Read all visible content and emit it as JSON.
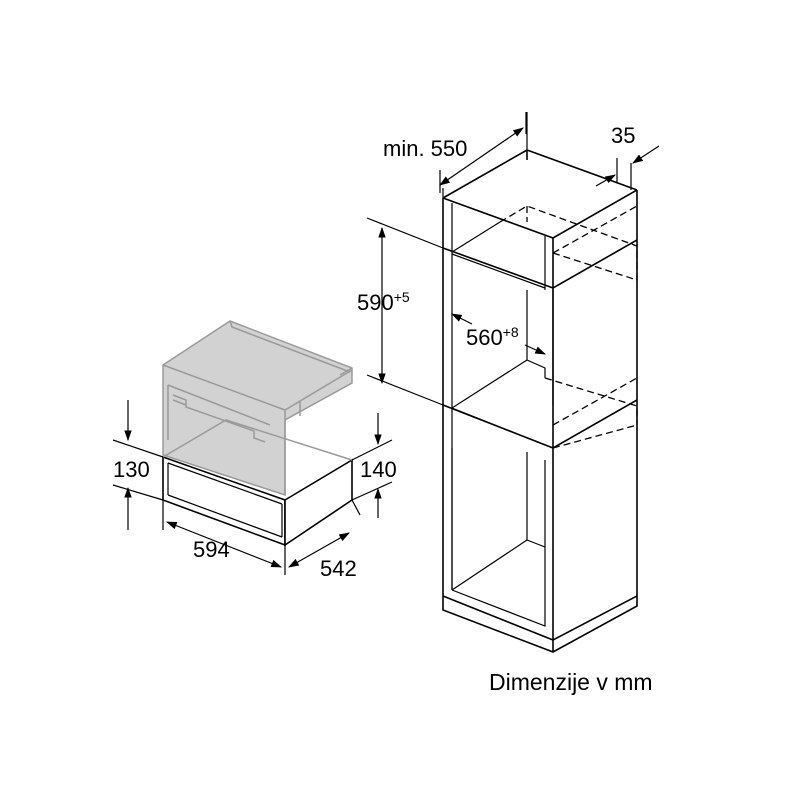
{
  "diagram": {
    "cabinet": {
      "depth_label": "min. 550",
      "offset_label": "35",
      "niche_height_value": "590",
      "niche_height_tol": "+5",
      "niche_width_value": "560",
      "niche_width_tol": "+8"
    },
    "drawer": {
      "front_height_label": "130",
      "side_height_label": "140",
      "width_label": "594",
      "depth_label": "542"
    },
    "caption": "Dimenzije v mm"
  }
}
